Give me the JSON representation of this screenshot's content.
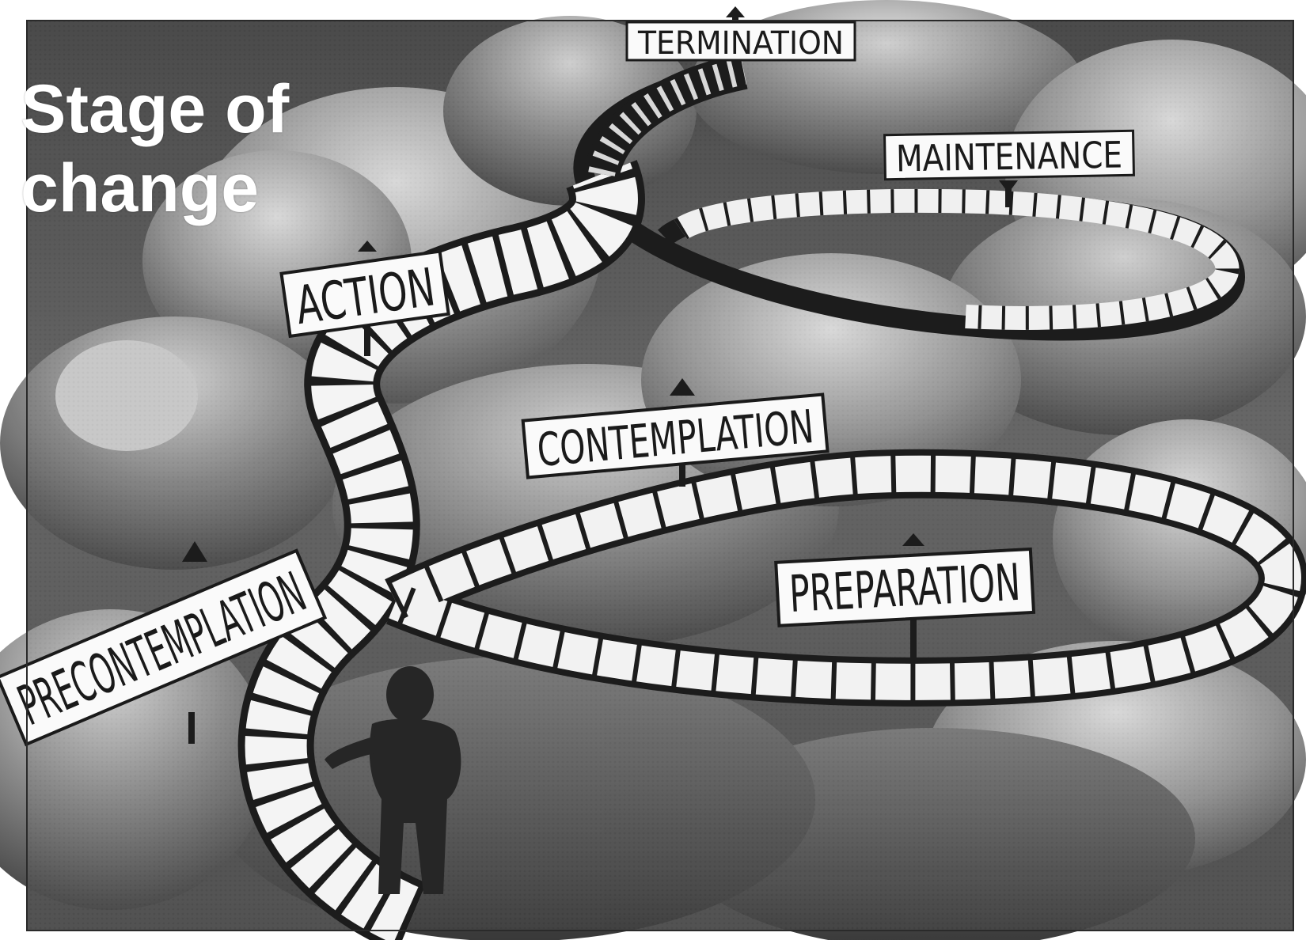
{
  "title": {
    "line1": "Stage of",
    "line2": "change"
  },
  "stages": {
    "precontemplation": "PRECONTEMPLATION",
    "contemplation": "CONTEMPLATION",
    "preparation": "PREPARATION",
    "action": "ACTION",
    "maintenance": "MAINTENANCE",
    "termination": "TERMINATION"
  }
}
